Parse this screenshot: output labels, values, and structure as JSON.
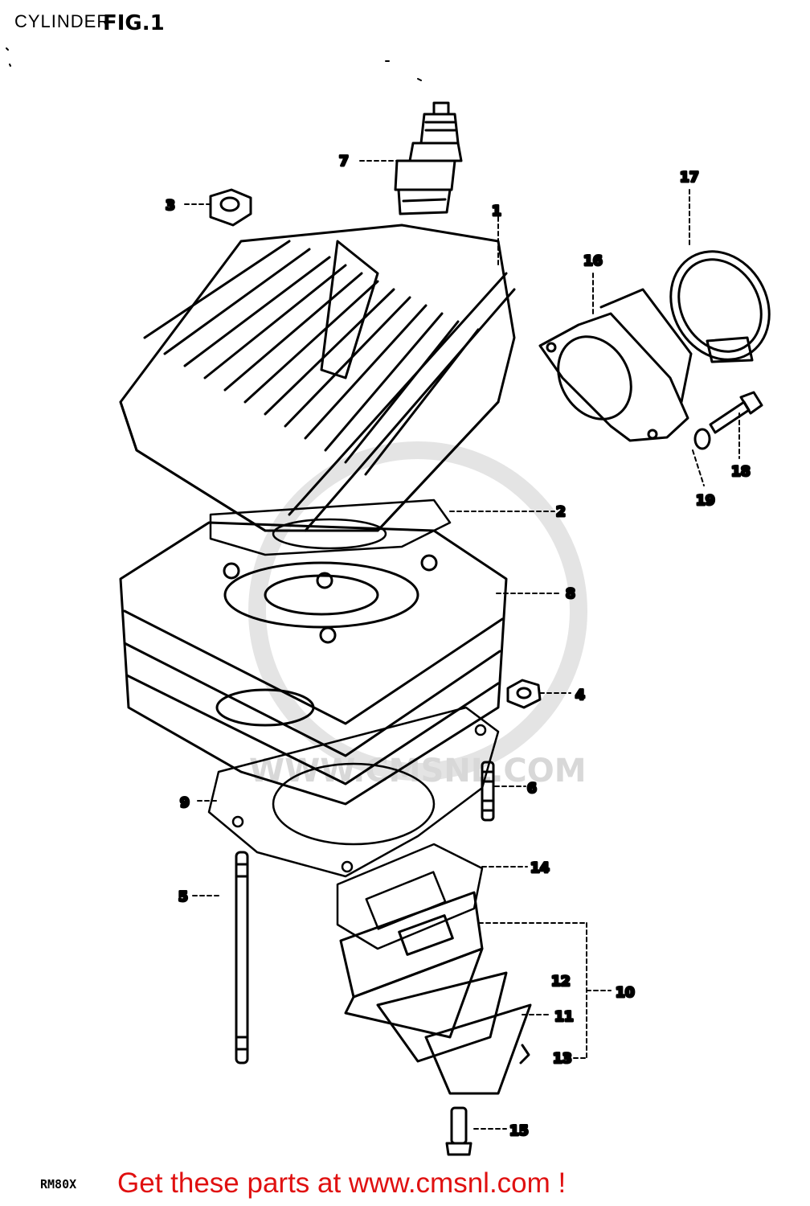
{
  "header": {
    "title": "CYLINDER",
    "fig_label": "FIG.1"
  },
  "watermark": {
    "text": "WWW.CMSNL.COM"
  },
  "model_code": "RM80X",
  "footer": {
    "text": "Get these parts at www.cmsnl.com !",
    "color": "#e01010"
  },
  "callouts": [
    "1",
    "2",
    "3",
    "4",
    "5",
    "6",
    "7",
    "8",
    "9",
    "10",
    "11",
    "12",
    "13",
    "14",
    "15",
    "16",
    "17",
    "18",
    "19"
  ]
}
